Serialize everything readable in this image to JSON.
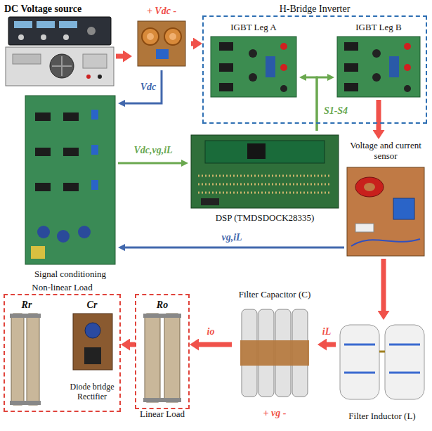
{
  "diagram": {
    "nodes": [
      {
        "text": [
          "DC Voltage source"
        ]
      },
      {
        "text": [
          "+ Vdc -"
        ]
      },
      {
        "text": [
          "H-Bridge Inverter"
        ]
      },
      {
        "text": [
          "IGBT Leg A"
        ],
        "in": 2
      },
      {
        "text": [
          "IGBT Leg B"
        ],
        "in": 2
      },
      {
        "text": [
          "Signal conditioning"
        ]
      },
      {
        "text": [
          "DSP (TMDSDOCK28335)"
        ]
      },
      {
        "text": [
          "Voltage and current sensor"
        ]
      },
      {
        "text": [
          "Non-linear Load"
        ]
      },
      {
        "text": [
          "Rr"
        ],
        "in": 8
      },
      {
        "text": [
          "Cr",
          "Diode bridge Rectifier"
        ],
        "in": 8
      },
      {
        "text": [
          "Linear Load"
        ]
      },
      {
        "text": [
          "Ro"
        ],
        "in": 11
      },
      {
        "text": [
          "Filter Capacitor (C)",
          "+ vg -"
        ]
      },
      {
        "text": [
          "Filter Inductor (L)"
        ]
      }
    ],
    "edges": [
      {
        "from": 0,
        "to": 1,
        "arrow": "to"
      },
      {
        "from": 1,
        "to": 2,
        "arrow": "to"
      },
      {
        "from": 1,
        "to": 5,
        "arrow": "to",
        "label": "Vdc"
      },
      {
        "from": 5,
        "to": 6,
        "arrow": "to",
        "label": "Vdc,vg,iL"
      },
      {
        "from": 6,
        "to": 3,
        "arrow": "to",
        "label": "S1-S4"
      },
      {
        "from": 6,
        "to": 4,
        "arrow": "to"
      },
      {
        "from": 4,
        "to": 7,
        "arrow": "to"
      },
      {
        "from": 7,
        "to": 5,
        "arrow": "to",
        "label": "vg,iL"
      },
      {
        "from": 7,
        "to": 14,
        "arrow": "to"
      },
      {
        "from": 14,
        "to": 13,
        "arrow": "to",
        "label": "iL"
      },
      {
        "from": 13,
        "to": 11,
        "arrow": "to",
        "label": "io"
      },
      {
        "from": 11,
        "to": 8,
        "arrow": "to"
      }
    ]
  }
}
